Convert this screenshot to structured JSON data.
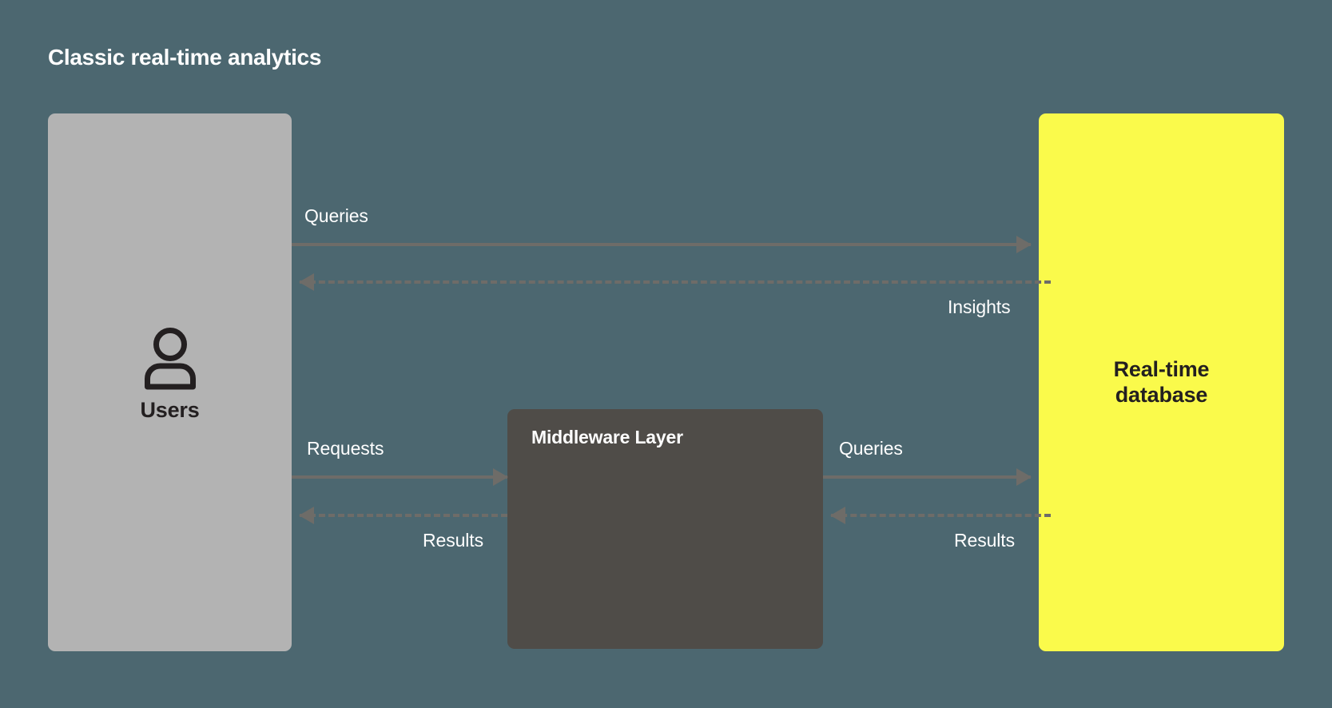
{
  "diagram": {
    "title": "Classic real-time analytics",
    "background_color": "#4c6770",
    "nodes": {
      "users": {
        "label": "Users",
        "icon": "user-icon",
        "fill": "#b3b3b3",
        "text_color": "#231f20"
      },
      "middleware": {
        "label": "Middleware Layer",
        "fill": "#4f4c48",
        "text_color": "#ffffff"
      },
      "database": {
        "label_line1": "Real-time",
        "label_line2": "database",
        "fill": "#fafa4b",
        "text_color": "#231f20"
      }
    },
    "edges": [
      {
        "id": "users-to-db-queries",
        "label": "Queries",
        "style": "solid",
        "direction": "right",
        "from": "users",
        "to": "database"
      },
      {
        "id": "db-to-users-insights",
        "label": "Insights",
        "style": "dashed",
        "direction": "left",
        "from": "database",
        "to": "users"
      },
      {
        "id": "users-to-middleware-requests",
        "label": "Requests",
        "style": "solid",
        "direction": "right",
        "from": "users",
        "to": "middleware"
      },
      {
        "id": "middleware-to-users-results",
        "label": "Results",
        "style": "dashed",
        "direction": "left",
        "from": "middleware",
        "to": "users"
      },
      {
        "id": "middleware-to-db-queries",
        "label": "Queries",
        "style": "solid",
        "direction": "right",
        "from": "middleware",
        "to": "database"
      },
      {
        "id": "db-to-middleware-results",
        "label": "Results",
        "style": "dashed",
        "direction": "left",
        "from": "database",
        "to": "middleware"
      }
    ],
    "edge_color": "#6e6c68"
  }
}
